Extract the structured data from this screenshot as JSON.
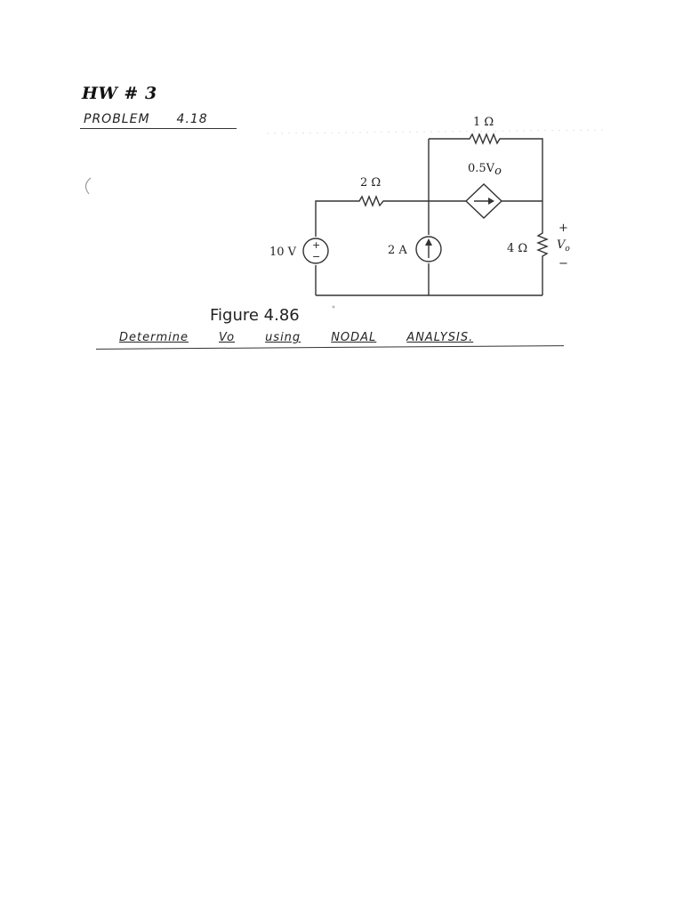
{
  "header": {
    "title": "HW # 3",
    "problem_label": "PROBLEM",
    "problem_number": "4.18"
  },
  "circuit": {
    "r1_label": "1 Ω",
    "r2_label": "2 Ω",
    "dep_source_label": "0.5V",
    "dep_source_sub": "o",
    "vsrc_label": "10 V",
    "isrc_label": "2 A",
    "r4_label": "4 Ω",
    "vo_plus": "+",
    "vo_label": "V",
    "vo_sub": "o",
    "vo_minus": "−"
  },
  "caption": "Figure 4.86",
  "task": {
    "w1": "Determine",
    "w2": "Vo",
    "w3": "using",
    "w4": "NODAL",
    "w5": "ANALYSIS."
  }
}
